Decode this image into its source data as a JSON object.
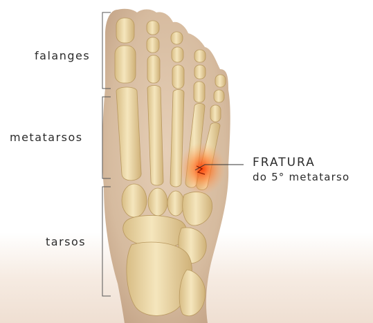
{
  "labels": {
    "falanges": "falanges",
    "metatarsos": "metatarsos",
    "tarsos": "tarsos"
  },
  "fracture": {
    "title": "FRATURA",
    "subtitle": "do 5° metatarso"
  },
  "colors": {
    "skin": "#d9c0a6",
    "bone": "#efdcae",
    "bone_shadow": "#c9a86b",
    "fracture_glow": "#ff4a12",
    "bracket": "#555555",
    "text": "#2b2b2b"
  }
}
